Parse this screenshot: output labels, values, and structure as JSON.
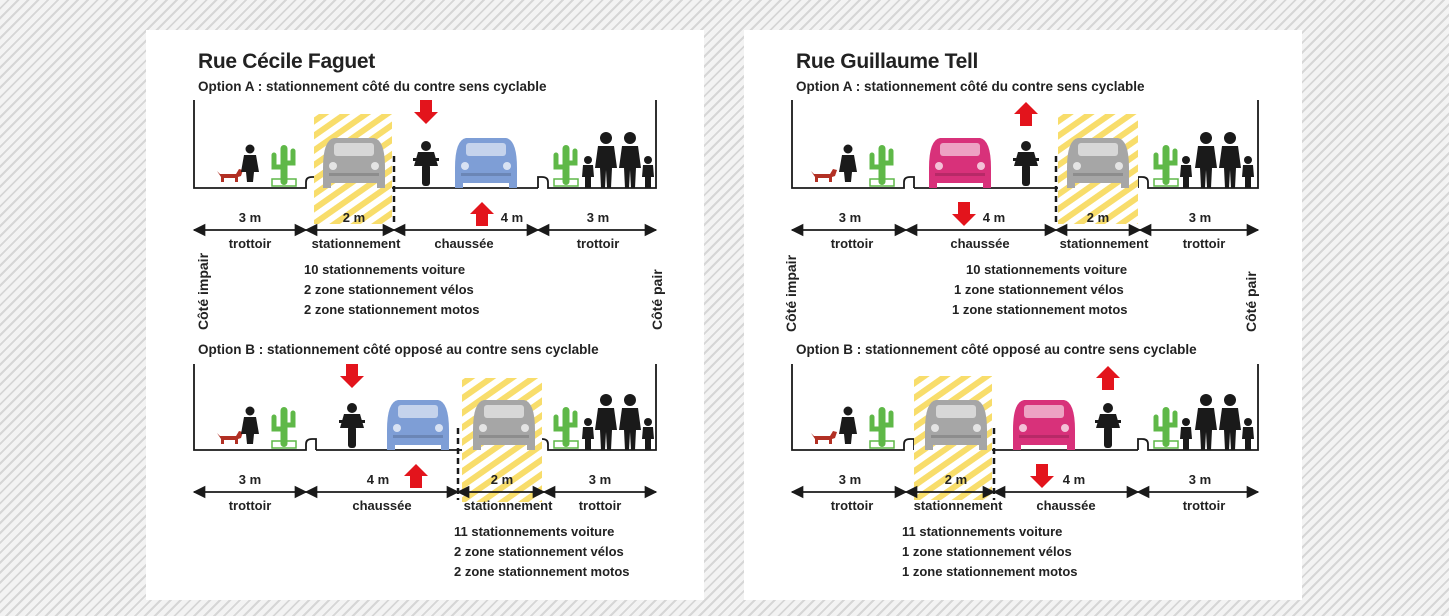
{
  "panels": [
    {
      "title": "Rue Cécile Faguet",
      "option_a": {
        "label": "Option A : stationnement côté du contre sens cyclable",
        "widths": [
          "3 m",
          "2 m",
          "4 m",
          "3 m"
        ],
        "names": [
          "trottoir",
          "stationnement",
          "chaussée",
          "trottoir"
        ],
        "stats": [
          "10 stationnements voiture",
          "2 zone stationnement vélos",
          "2 zone stationnement motos"
        ]
      },
      "option_b": {
        "label": "Option B : stationnement côté opposé au contre sens cyclable",
        "widths": [
          "3 m",
          "4 m",
          "2 m",
          "3 m"
        ],
        "names": [
          "trottoir",
          "chaussée",
          "stationnement",
          "trottoir"
        ],
        "stats": [
          "11 stationnements voiture",
          "2 zone stationnement vélos",
          "2 zone stationnement motos"
        ]
      },
      "side_left": "Côté impair",
      "side_right": "Côté pair"
    },
    {
      "title": "Rue Guillaume Tell",
      "option_a": {
        "label": "Option A : stationnement côté du contre sens cyclable",
        "widths": [
          "3 m",
          "4 m",
          "2 m",
          "3 m"
        ],
        "names": [
          "trottoir",
          "chaussée",
          "stationnement",
          "trottoir"
        ],
        "stats": [
          "10 stationnements voiture",
          "1 zone stationnement vélos",
          "1 zone stationnement motos"
        ]
      },
      "option_b": {
        "label": "Option B : stationnement côté opposé au contre sens cyclable",
        "widths": [
          "3 m",
          "2 m",
          "4 m",
          "3 m"
        ],
        "names": [
          "trottoir",
          "stationnement",
          "chaussée",
          "trottoir"
        ],
        "stats": [
          "11 stationnements voiture",
          "1 zone stationnement vélos",
          "1 zone stationnement motos"
        ]
      },
      "side_left": "Côté impair",
      "side_right": "Côté pair"
    }
  ],
  "colors": {
    "arrow_red": "#e3141c",
    "moving_car_blue": "#7e9ed6",
    "moving_car_pink": "#d8317a",
    "parked_car_gray": "#a6a6a6",
    "parking_stripe_yellow": "#f8dd6b",
    "plant_green": "#5fb848",
    "dog_red": "#b23024",
    "ink": "#1a1a1a"
  },
  "icons": [
    "dog-icon",
    "pedestrian-icon",
    "cactus-plant-icon",
    "family-icon",
    "cyclist-icon",
    "car-icon",
    "parked-car-icon",
    "direction-arrow-icon"
  ]
}
